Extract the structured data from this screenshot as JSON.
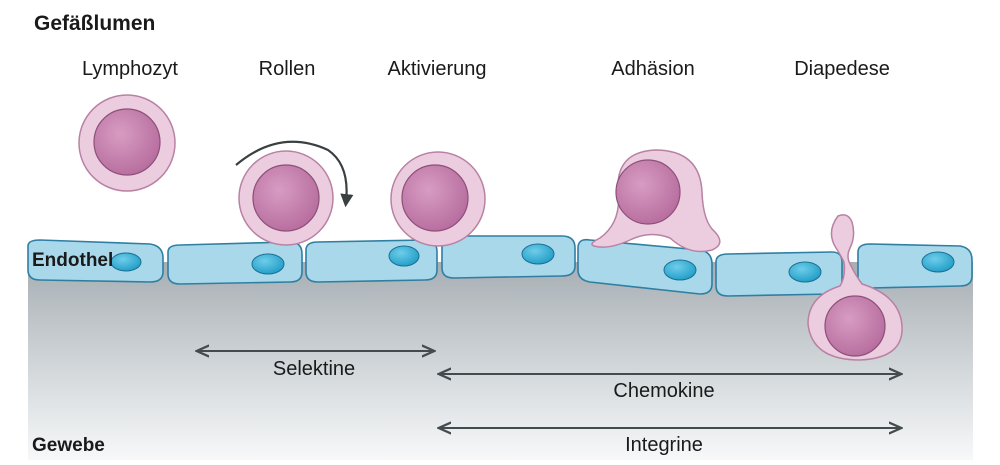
{
  "title": "Gefäßlumen",
  "stages": [
    "Lymphozyt",
    "Rollen",
    "Aktivierung",
    "Adhäsion",
    "Diapedese"
  ],
  "layers": {
    "endothelium": "Endothel",
    "tissue": "Gewebe"
  },
  "molecules": [
    "Selektine",
    "Chemokine",
    "Integrine"
  ],
  "colors": {
    "cell_membrane": "#eccde0",
    "cell_nucleus": "#c77fae",
    "endothelial_cell": "#a9d8ea",
    "endothelial_nucleus": "#3fb4d8",
    "tissue_gradient_top": "#a7aeb3",
    "tissue_gradient_bottom": "#ffffff",
    "arrow": "#444b4f"
  }
}
